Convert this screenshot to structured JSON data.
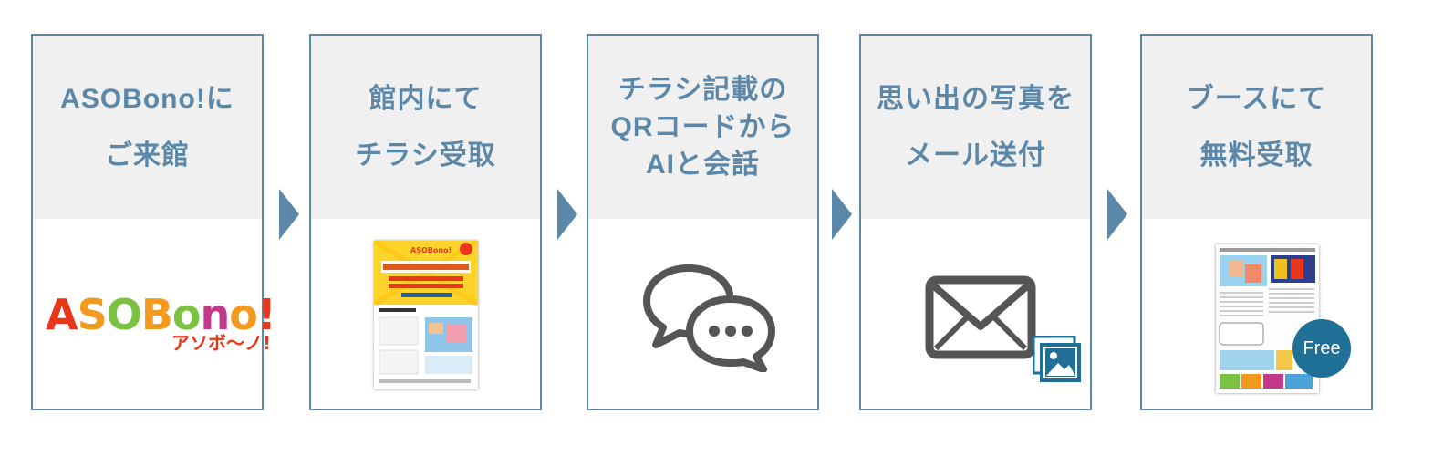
{
  "steps": [
    {
      "lines": [
        "ASOBono!に",
        "ご来館"
      ],
      "visual": "asobono-logo"
    },
    {
      "lines": [
        "館内にて",
        "チラシ受取"
      ],
      "visual": "flyer-image"
    },
    {
      "lines": [
        "チラシ記載の",
        "QRコードから",
        "AIと会話"
      ],
      "visual": "chat-bubbles-icon"
    },
    {
      "lines": [
        "思い出の写真を",
        "メール送付"
      ],
      "visual": "mail-photo-icon"
    },
    {
      "lines": [
        "ブースにて",
        "無料受取"
      ],
      "visual": "newspaper-image"
    }
  ],
  "logo": {
    "letters": [
      "A",
      "S",
      "O",
      "B",
      "o",
      "n",
      "o",
      "!"
    ],
    "sub": "アソボ〜ノ!"
  },
  "badge": {
    "label": "Free"
  },
  "colors": {
    "accent": "#5b87a8",
    "header_bg": "#f0f0f0",
    "icon": "#555555",
    "badge": "#1f6f96"
  }
}
